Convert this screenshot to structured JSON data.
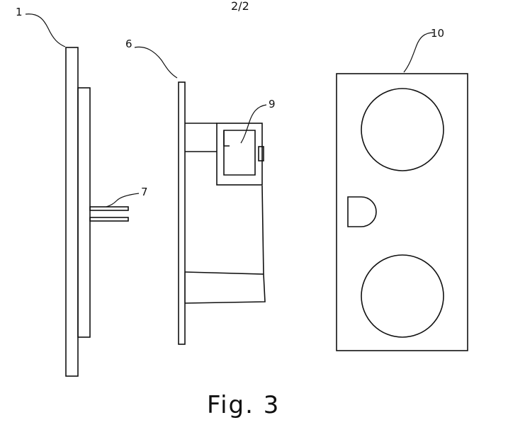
{
  "sheet_number": "2/2",
  "figure_caption": "Fig. 3",
  "reference_numerals": {
    "plate": "1",
    "panel": "6",
    "pins": "7",
    "connector": "9",
    "front_view": "10"
  }
}
